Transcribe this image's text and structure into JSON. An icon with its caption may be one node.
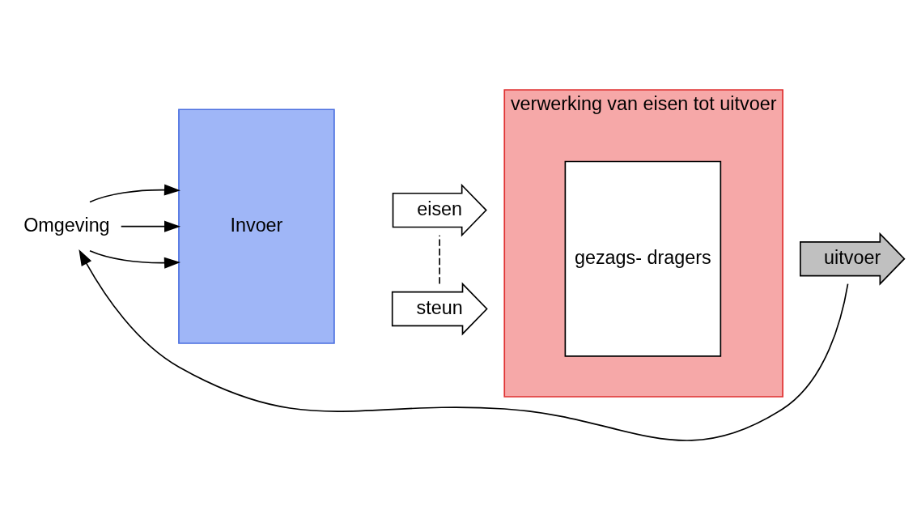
{
  "diagram": {
    "nodes": [
      {
        "text": [
          "Omgeving"
        ]
      },
      {
        "text": [
          "Invoer"
        ]
      },
      {
        "text": [
          "verwerking van eisen tot uitvoer"
        ]
      },
      {
        "text": [
          "gezags- dragers"
        ],
        "in": 2
      },
      {
        "text": [
          "eisen"
        ]
      },
      {
        "text": [
          "steun"
        ]
      },
      {
        "text": [
          "uitvoer"
        ]
      }
    ],
    "edges": [
      {
        "from": 0,
        "to": 1,
        "arrow": "to"
      },
      {
        "from": 0,
        "to": 1,
        "arrow": "to"
      },
      {
        "from": 0,
        "to": 1,
        "arrow": "to"
      },
      {
        "from": 5,
        "to": 4,
        "arrow": "none",
        "style": "dashed"
      },
      {
        "from": 6,
        "to": 0,
        "arrow": "to"
      }
    ]
  }
}
